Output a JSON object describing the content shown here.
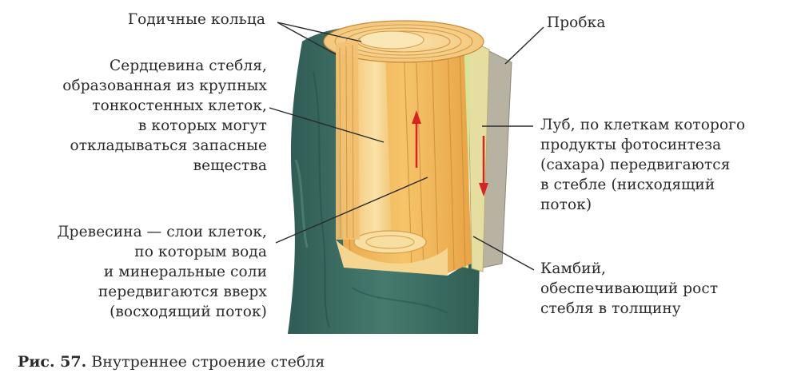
{
  "labels": {
    "rings": "Годичные кольца",
    "pith": "Сердцевина стебля,\nобразованная из крупных\nтонкостенных клеток,\nв которых могут\nоткладываться запасные\nвещества",
    "wood": "Древесина — слои клеток,\nпо которым вода\nи минеральные соли\nпередвигаются вверх\n(восходящий поток)",
    "cork": "Пробка",
    "phloem": "Луб, по клеткам которого\nпродукты фотосинтеза\n(сахара) передвигаются\nв стебле (нисходящий\nпоток)",
    "cambium": "Камбий,\nобеспечивающий рост\nстебля в толщину"
  },
  "caption": {
    "number": "Рис. 57.",
    "text": "Внутреннее строение стебля"
  },
  "colors": {
    "bark": "#3f6f64",
    "wood": "#f0b95a",
    "pith": "#f7d894",
    "phloem": "#e9e3a2",
    "cork": "#b3aea0",
    "arrow": "#d82323"
  }
}
